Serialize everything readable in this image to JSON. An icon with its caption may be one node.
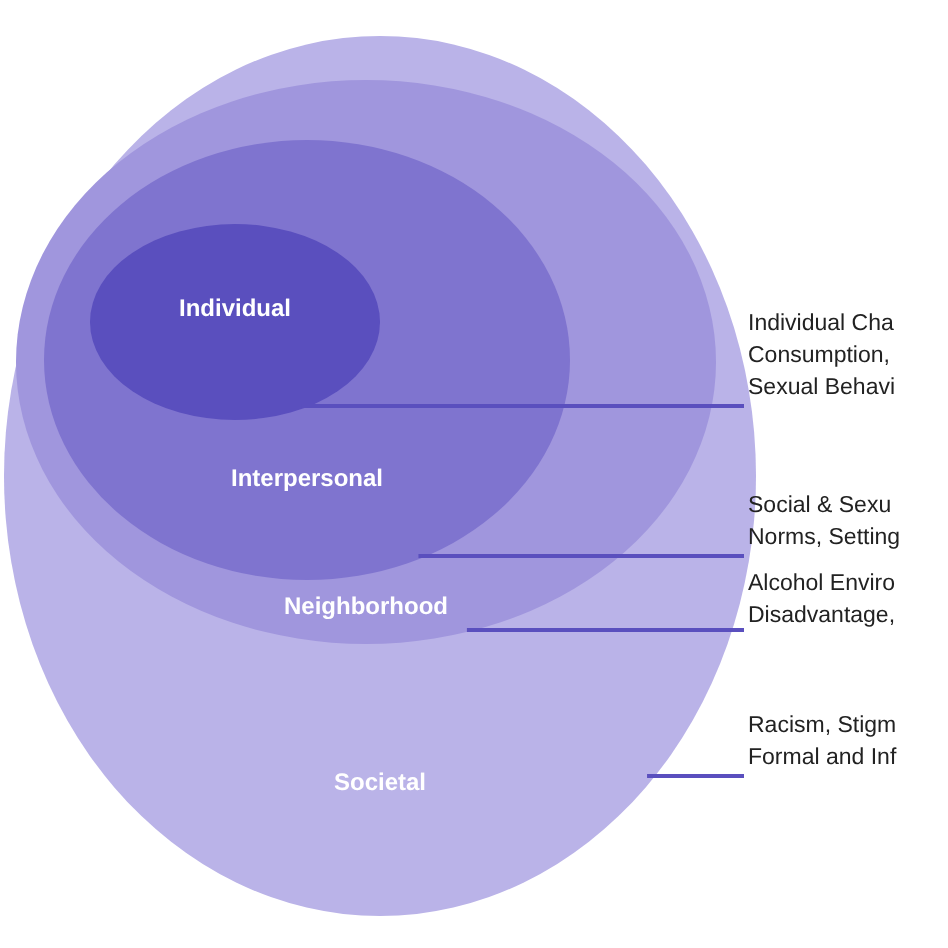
{
  "diagram": {
    "nodes": [
      {
        "text": [
          "Societal"
        ]
      },
      {
        "text": [
          "Neighborhood"
        ],
        "in": 0
      },
      {
        "text": [
          "Interpersonal"
        ],
        "in": 1
      },
      {
        "text": [
          "Individual"
        ],
        "in": 2
      },
      {
        "text": [
          "Individual Cha Consumption, Sexual Behavi"
        ]
      },
      {
        "text": [
          "Social & Sexu Norms, Setting"
        ]
      },
      {
        "text": [
          "Alcohol Enviro Disadvantage,"
        ]
      },
      {
        "text": [
          "Racism, Stigm Formal and Inf"
        ]
      }
    ],
    "edges": [
      {
        "from": 3,
        "to": 4,
        "arrow": "none"
      },
      {
        "from": 2,
        "to": 5,
        "arrow": "none"
      },
      {
        "from": 1,
        "to": 6,
        "arrow": "none"
      },
      {
        "from": 0,
        "to": 7,
        "arrow": "none"
      }
    ]
  }
}
